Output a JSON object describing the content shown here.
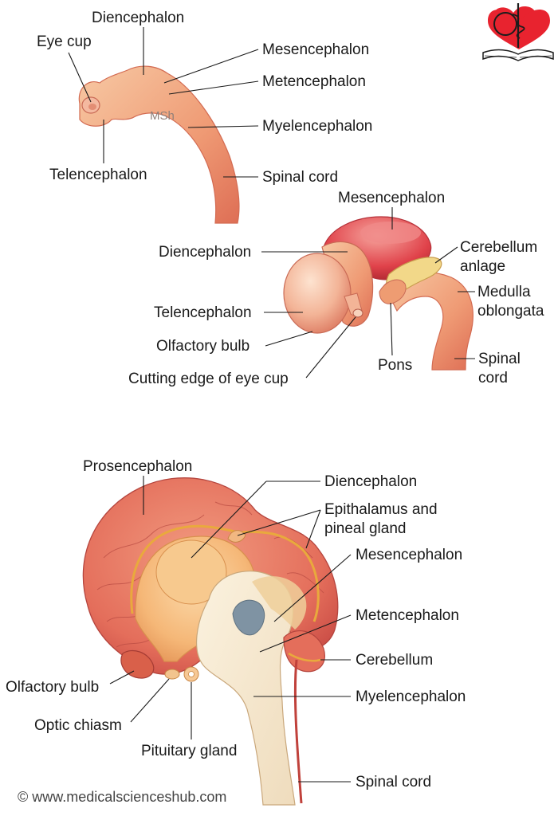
{
  "copyright": "© www.medicalscienceshub.com",
  "logo": {
    "icon": "caduceus-heart-book-icon",
    "colors": {
      "heart": "#e8232f",
      "staff": "#1c1c1c"
    }
  },
  "colors": {
    "tissue_light": "#f6c39a",
    "tissue_mid": "#ee9670",
    "tissue_dark": "#d9604a",
    "mesencephalon_red": "#e0424a",
    "cerebellum_yellow": "#f2d889",
    "ventricle_cream": "#f7ead2",
    "ventricle_blue": "#7f93a3",
    "leader_line": "#1a1a1a"
  },
  "figure_top": {
    "embedded_mark": "MSh",
    "labels": {
      "diencephalon": "Diencephalon",
      "eye_cup": "Eye cup",
      "mesencephalon": "Mesencephalon",
      "metencephalon": "Metencephalon",
      "myelencephalon": "Myelencephalon",
      "telencephalon": "Telencephalon",
      "spinal_cord": "Spinal cord"
    }
  },
  "figure_middle": {
    "labels": {
      "mesencephalon": "Mesencephalon",
      "cerebellum_line1": "Cerebellum",
      "cerebellum_line2": "anlage",
      "diencephalon": "Diencephalon",
      "medulla_line1": "Medulla",
      "medulla_line2": "oblongata",
      "telencephalon": "Telencephalon",
      "olfactory_bulb": "Olfactory bulb",
      "spinal_line1": "Spinal",
      "spinal_line2": "cord",
      "pons": "Pons",
      "eye_cup_edge": "Cutting edge of eye cup"
    }
  },
  "figure_bottom": {
    "labels": {
      "prosencephalon": "Prosencephalon",
      "diencephalon": "Diencephalon",
      "epithalamus_line1": "Epithalamus and",
      "epithalamus_line2": "pineal gland",
      "mesencephalon": "Mesencephalon",
      "metencephalon": "Metencephalon",
      "cerebellum": "Cerebellum",
      "olfactory_bulb": "Olfactory bulb",
      "myelencephalon": "Myelencephalon",
      "optic_chiasm": "Optic chiasm",
      "pituitary_gland": "Pituitary gland",
      "spinal_cord": "Spinal cord"
    }
  }
}
